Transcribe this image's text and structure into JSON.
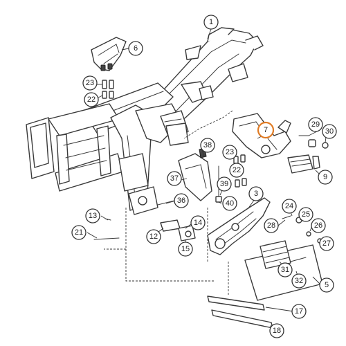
{
  "diagram": {
    "highlight_color": "#e07b24",
    "callouts": [
      {
        "id": "c1",
        "label": "1"
      },
      {
        "id": "c3",
        "label": "3"
      },
      {
        "id": "c5",
        "label": "5"
      },
      {
        "id": "c6",
        "label": "6"
      },
      {
        "id": "c7",
        "label": "7",
        "highlighted": true
      },
      {
        "id": "c9",
        "label": "9"
      },
      {
        "id": "c12",
        "label": "12"
      },
      {
        "id": "c13",
        "label": "13"
      },
      {
        "id": "c14",
        "label": "14"
      },
      {
        "id": "c15",
        "label": "15"
      },
      {
        "id": "c17",
        "label": "17"
      },
      {
        "id": "c18",
        "label": "18"
      },
      {
        "id": "c21",
        "label": "21"
      },
      {
        "id": "c22a",
        "label": "22"
      },
      {
        "id": "c22b",
        "label": "22"
      },
      {
        "id": "c23a",
        "label": "23"
      },
      {
        "id": "c23b",
        "label": "23"
      },
      {
        "id": "c24",
        "label": "24"
      },
      {
        "id": "c25",
        "label": "25"
      },
      {
        "id": "c26",
        "label": "26"
      },
      {
        "id": "c27",
        "label": "27"
      },
      {
        "id": "c28",
        "label": "28"
      },
      {
        "id": "c29",
        "label": "29"
      },
      {
        "id": "c30",
        "label": "30"
      },
      {
        "id": "c31",
        "label": "31"
      },
      {
        "id": "c32",
        "label": "32"
      },
      {
        "id": "c36",
        "label": "36"
      },
      {
        "id": "c37",
        "label": "37"
      },
      {
        "id": "c38",
        "label": "38"
      },
      {
        "id": "c39",
        "label": "39"
      },
      {
        "id": "c40",
        "label": "40"
      }
    ]
  }
}
